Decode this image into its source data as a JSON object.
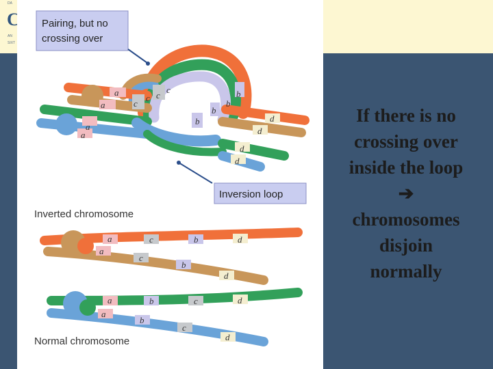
{
  "header": {
    "logo_glyph": "C",
    "logo_lines": [
      "DA",
      "AN",
      "SIXT"
    ]
  },
  "figure": {
    "box_top_lines": [
      "Pairing, but no",
      "crossing over"
    ],
    "box_loop": "Inversion loop",
    "label_inverted": "Inverted chromosome",
    "label_normal": "Normal chromosome",
    "genes": [
      "a",
      "b",
      "c",
      "d"
    ],
    "colors": {
      "orange": "#f0703a",
      "tan": "#c8965a",
      "green": "#32a05a",
      "blue": "#6aa3d8",
      "lavender": "#c9c6ea",
      "pink": "#f2bcc0",
      "gray": "#c6c9cc",
      "cream": "#f4eed0",
      "box_fill": "#c9cdf0"
    }
  },
  "caption": {
    "lines": [
      "If there is no",
      "crossing over",
      "inside the loop",
      "➔",
      "chromosomes",
      "disjoin",
      "normally"
    ]
  }
}
